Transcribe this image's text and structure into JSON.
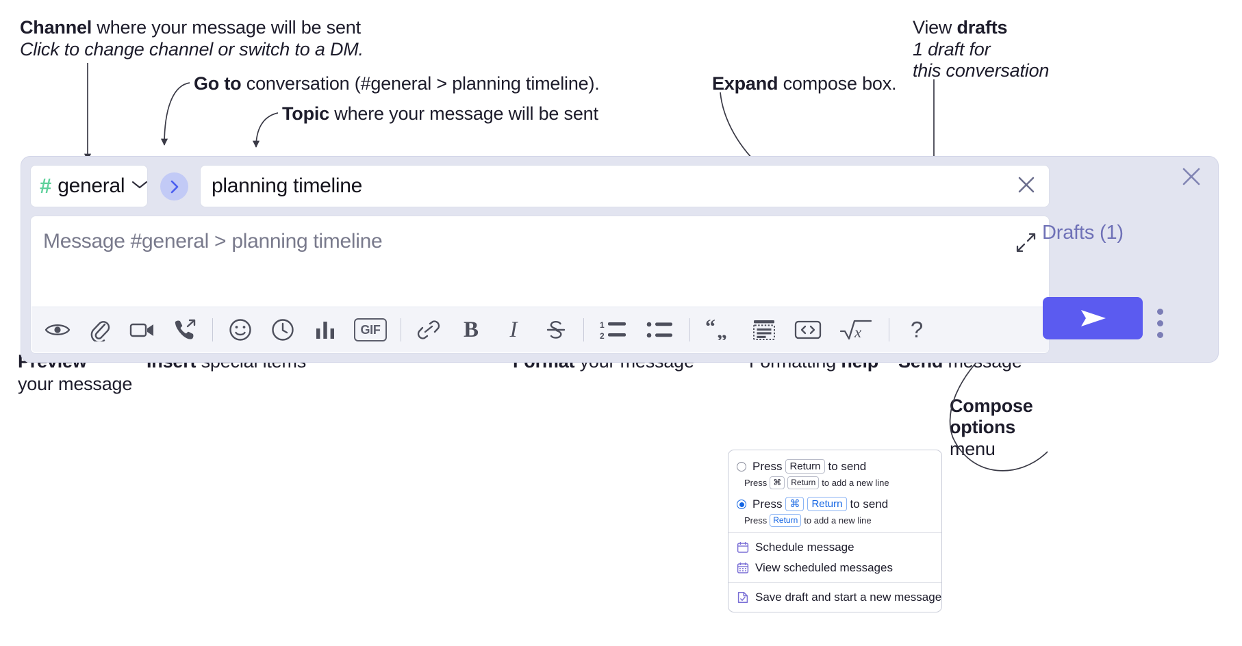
{
  "annotations": {
    "channel": {
      "bold": "Channel",
      "rest": " where your message will be sent",
      "sub": "Click to change channel or switch to a DM."
    },
    "goto": {
      "bold": "Go to",
      "rest": " conversation (#general > planning timeline)."
    },
    "topic": {
      "bold": "Topic",
      "rest": " where your message will be sent"
    },
    "expand": {
      "bold": "Expand",
      "rest": " compose box."
    },
    "drafts": {
      "pre": "View ",
      "bold": "drafts",
      "sub1": "1 draft for",
      "sub2": "this conversation"
    },
    "preview": {
      "bold": "Preview",
      "sub": "your message"
    },
    "insert": {
      "bold": "Insert",
      "rest": " special items"
    },
    "format": {
      "bold": "Format",
      "rest": " your message"
    },
    "formatting_help": {
      "pre": "Formatting ",
      "bold": "help"
    },
    "send": {
      "bold": "Send",
      "rest": " message"
    },
    "compose_options": {
      "l1": "Compose",
      "l2": "options",
      "l3": "menu"
    }
  },
  "compose": {
    "channel_name": "general",
    "channel_hash": "#",
    "channel_chevron_icon": "chevron-down-icon",
    "goto_icon": "chevron-right-icon",
    "topic_value": "planning timeline",
    "topic_clear_icon": "close-icon",
    "message_placeholder": "Message #general > planning timeline",
    "expand_icon": "expand-icon",
    "rail_close_icon": "close-icon",
    "drafts_label": "Drafts (1)",
    "send_icon": "send-paper-plane-icon",
    "kebab_icon": "more-vertical-icon",
    "toolbar_groups": [
      {
        "name": "preview",
        "items": [
          {
            "name": "preview-eye-icon",
            "kind": "icon"
          }
        ]
      },
      {
        "name": "insert",
        "items": [
          {
            "name": "attach-paperclip-icon",
            "kind": "icon"
          },
          {
            "name": "video-camera-icon",
            "kind": "icon"
          },
          {
            "name": "audio-clip-icon",
            "kind": "icon"
          }
        ]
      },
      {
        "name": "insert2",
        "items": [
          {
            "name": "emoji-icon",
            "kind": "icon"
          },
          {
            "name": "clock-icon",
            "kind": "icon"
          },
          {
            "name": "poll-bars-icon",
            "kind": "icon"
          },
          {
            "name": "gif-icon",
            "kind": "text",
            "label": "GIF"
          }
        ]
      },
      {
        "name": "format",
        "items": [
          {
            "name": "link-icon",
            "kind": "icon"
          },
          {
            "name": "bold-icon",
            "kind": "text",
            "label": "B"
          },
          {
            "name": "italic-icon",
            "kind": "text",
            "label": "I"
          },
          {
            "name": "strikethrough-icon",
            "kind": "icon"
          }
        ]
      },
      {
        "name": "lists",
        "items": [
          {
            "name": "ordered-list-icon",
            "kind": "icon"
          },
          {
            "name": "bulleted-list-icon",
            "kind": "icon"
          }
        ]
      },
      {
        "name": "blocks",
        "items": [
          {
            "name": "blockquote-icon",
            "kind": "icon"
          },
          {
            "name": "code-block-icon",
            "kind": "icon"
          },
          {
            "name": "inline-code-icon",
            "kind": "icon"
          },
          {
            "name": "math-icon",
            "kind": "icon"
          }
        ]
      },
      {
        "name": "help",
        "items": [
          {
            "name": "help-question-icon",
            "kind": "text",
            "label": "?"
          }
        ]
      }
    ]
  },
  "menu": {
    "options": [
      {
        "selected": false,
        "main_prefix": "Press",
        "main_keys": [
          "Return"
        ],
        "main_suffix": "to send",
        "sub_prefix": "Press",
        "sub_keys": [
          "⌘",
          "Return"
        ],
        "sub_suffix": "to add a new line"
      },
      {
        "selected": true,
        "main_prefix": "Press",
        "main_keys": [
          "⌘",
          "Return"
        ],
        "main_suffix": "to send",
        "sub_prefix": "Press",
        "sub_keys": [
          "Return"
        ],
        "sub_suffix": "to add a new line"
      }
    ],
    "items": [
      {
        "icon": "calendar-schedule-icon",
        "label": "Schedule message"
      },
      {
        "icon": "calendar-grid-icon",
        "label": "View scheduled messages"
      },
      {
        "icon": "save-draft-icon",
        "label": "Save draft and start a new message"
      }
    ]
  },
  "colors": {
    "accent": "#5b5bf0",
    "panel": "#e2e4f0",
    "hash_green": "#5fd19b",
    "drafts_purple": "#6f71b7",
    "key_blue": "#1264e3",
    "ink": "#1d1c2b"
  }
}
